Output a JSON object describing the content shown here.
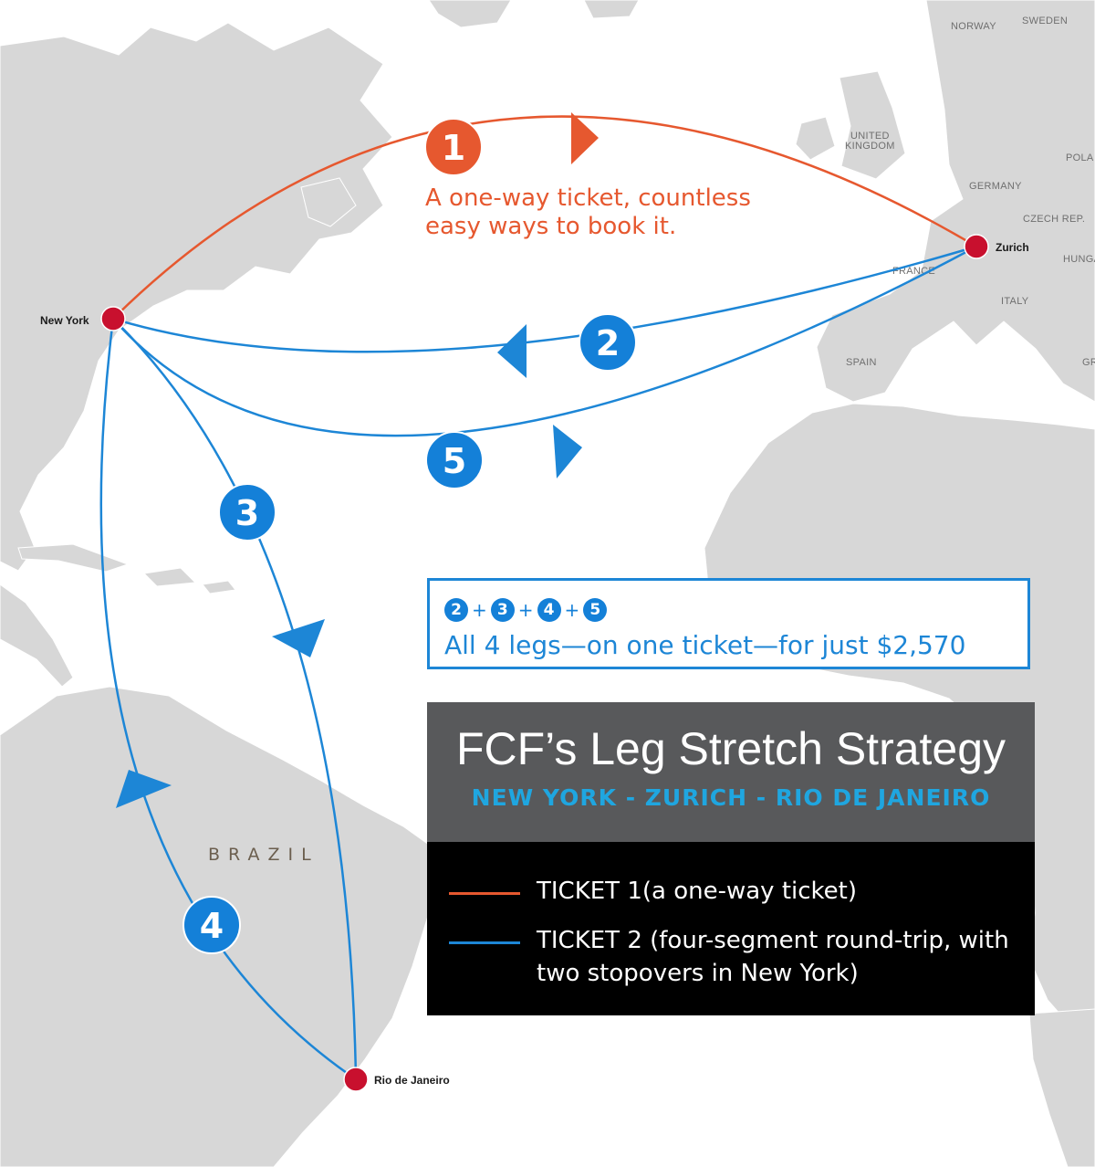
{
  "colors": {
    "ticket1": "#e6582f",
    "ticket2": "#1d86d6",
    "city_dot": "#c8102e",
    "land": "#d7d7d7",
    "ocean": "#ffffff",
    "title_panel": "#58595b",
    "legend_panel": "#000000",
    "subtitle": "#1fa6e0"
  },
  "map": {
    "country_labels": [
      "NORWAY",
      "SWEDEN",
      "UNITED",
      "KINGDOM",
      "POLA",
      "GERMANY",
      "CZECH REP.",
      "HUNGA",
      "FRANCE",
      "ITALY",
      "SPAIN",
      "GR"
    ],
    "region_label": "BRAZIL",
    "cities": {
      "new_york": "New York",
      "zurich": "Zurich",
      "rio": "Rio de Janeiro"
    }
  },
  "legs": {
    "leg1": "1",
    "leg2": "2",
    "leg3": "3",
    "leg4": "4",
    "leg5": "5"
  },
  "ticket1_caption": {
    "line1": "A one-way ticket, countless",
    "line2": "easy ways to book it."
  },
  "offer": {
    "formula": [
      "2",
      "3",
      "4",
      "5"
    ],
    "plus": "+",
    "text": "All 4 legs—on one ticket—for just $2,570"
  },
  "title_panel": {
    "title": "FCF’s Leg Stretch Strategy",
    "subtitle": "NEW YORK - ZURICH - RIO DE JANEIRO"
  },
  "legend": {
    "ticket1": "TICKET 1(a one-way ticket)",
    "ticket2": "TICKET 2 (four-segment round-trip, with two stopovers in New York)"
  }
}
